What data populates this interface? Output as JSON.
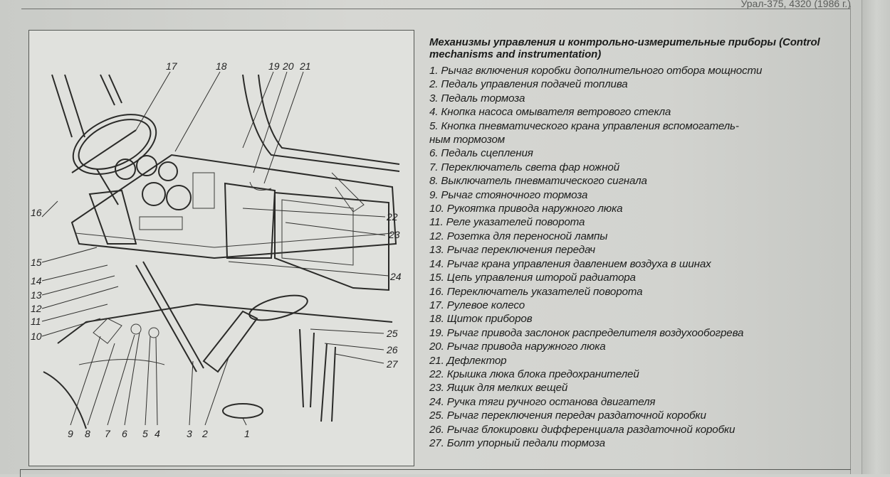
{
  "header": {
    "text": "Урал-375, 4320 (1986 г.)"
  },
  "figure": {
    "callouts": [
      "17",
      "18",
      "19",
      "20",
      "21",
      "22",
      "23",
      "24",
      "25",
      "26",
      "27",
      "16",
      "15",
      "14",
      "13",
      "12",
      "11",
      "10",
      "9",
      "8",
      "7",
      "6",
      "5",
      "4",
      "3",
      "2",
      "1"
    ]
  },
  "caption": {
    "title": "Механизмы управления и контрольно-измерительные приборы (Control mechanisms and instrumentation)",
    "items": [
      "1. Рычаг включения коробки дополнительного отбора мощности",
      "2. Педаль управления подачей топлива",
      "3. Педаль тормоза",
      "4. Кнопка насоса омывателя ветрового стекла",
      "5. Кнопка пневматического крана управления вспомогатель-",
      "ным тормозом",
      "6. Педаль сцепления",
      "7. Переключатель света фар ножной",
      "8. Выключатель пневматического сигнала",
      "9. Рычаг стояночного тормоза",
      "10. Рукоятка привода наружного люка",
      "11. Реле указателей поворота",
      "12. Розетка для переносной лампы",
      "13. Рычаг переключения передач",
      "14. Рычаг крана управления давлением воздуха в шинах",
      "15. Цепь управления шторой радиатора",
      "16. Переключатель указателей поворота",
      "17. Рулевое колесо",
      "18. Щиток приборов",
      "19. Рычаг привода заслонок распределителя воздухообогрева",
      "20. Рычаг привода наружного люка",
      "21. Дефлектор",
      "22. Крышка люка блока предохранителей",
      "23. Ящик для мелких вещей",
      "24. Ручка тяги ручного останова двигателя",
      "25. Рычаг переключения передач раздаточной коробки",
      "26. Рычаг блокировки дифференциала раздаточной коробки",
      "27. Болт упорный педали тормоза"
    ]
  }
}
